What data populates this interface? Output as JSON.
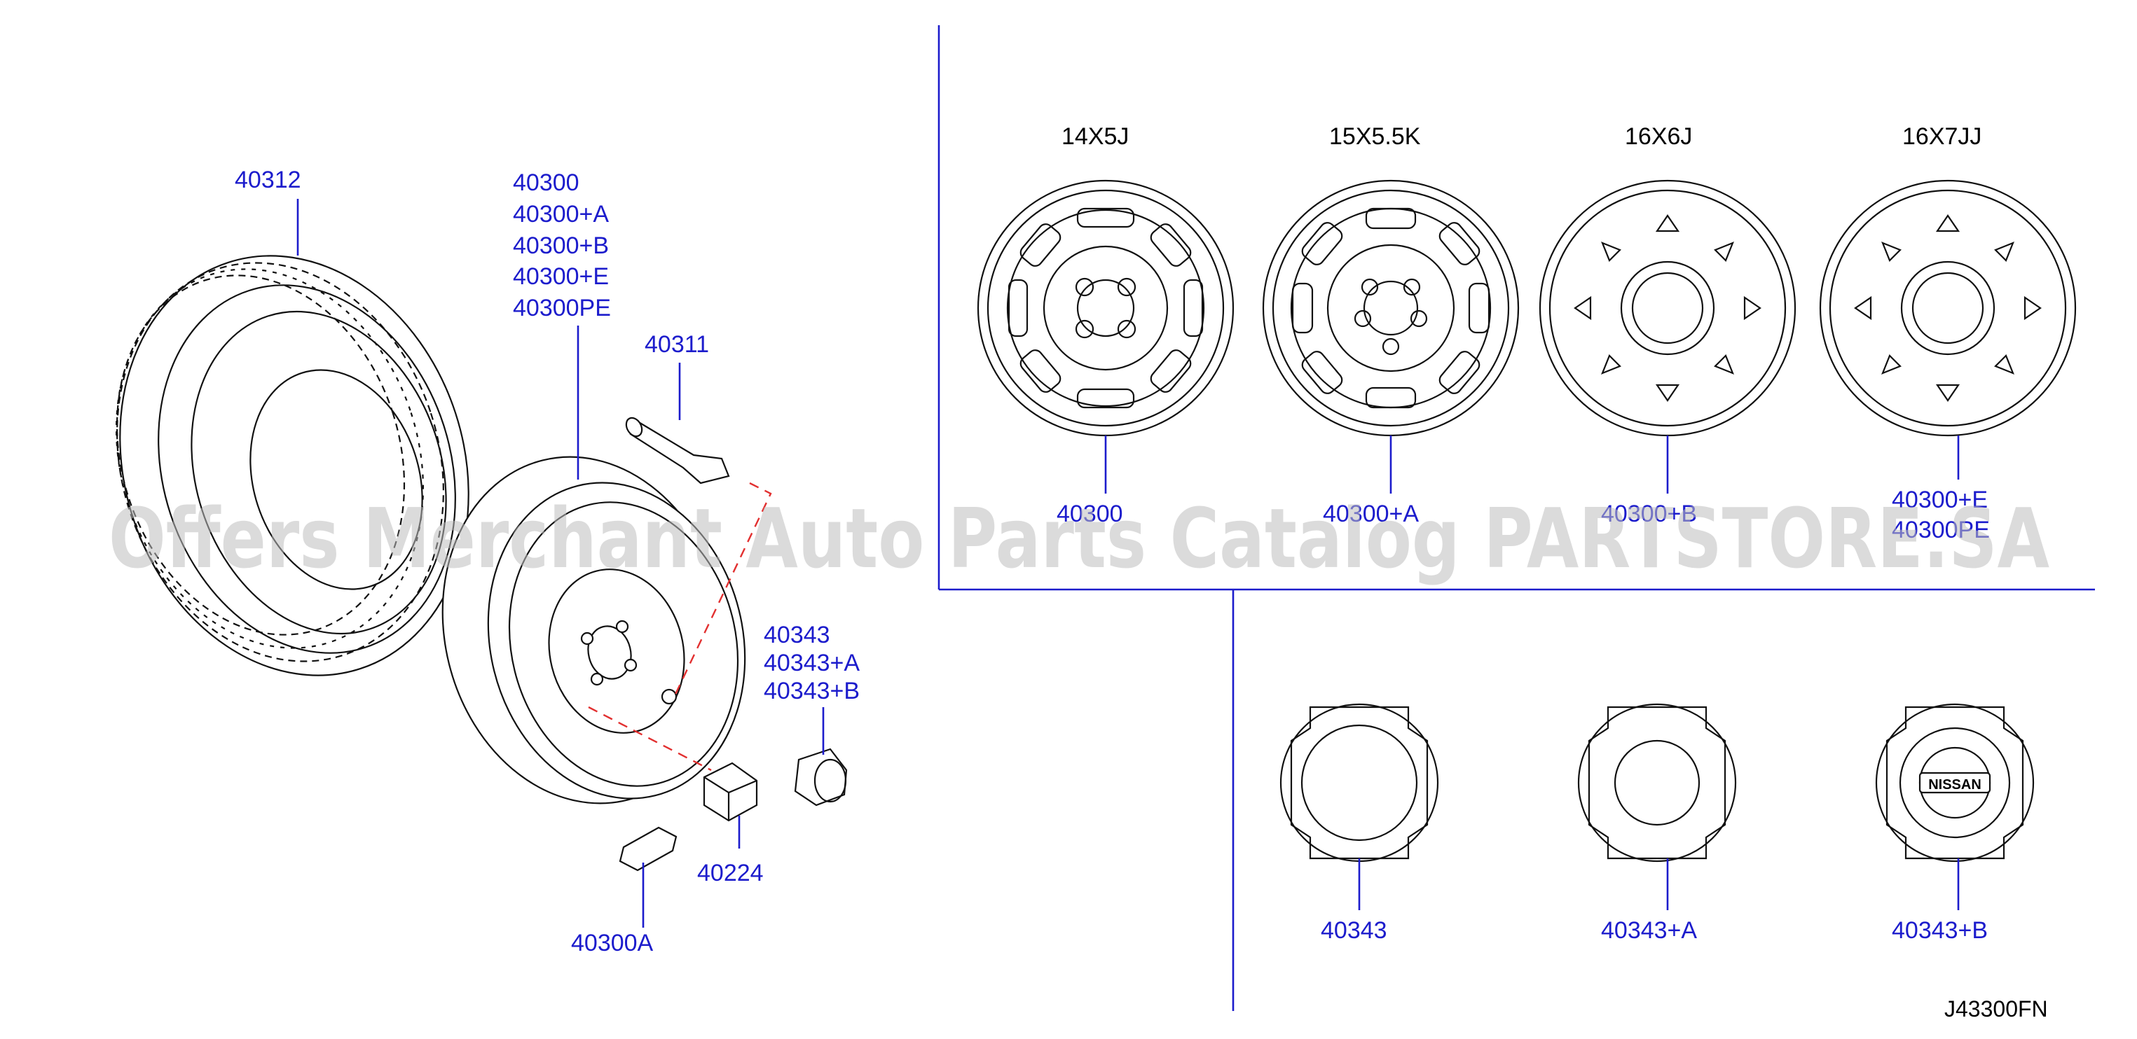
{
  "labels": {
    "tire": "40312",
    "wheel_list": [
      "40300",
      "40300+A",
      "40300+B",
      "40300+E",
      "40300PE"
    ],
    "valve": "40311",
    "cap_list": [
      "40343",
      "40343+A",
      "40343+B"
    ],
    "nut": "40224",
    "weight": "40300A"
  },
  "wheels": [
    {
      "size": "14X5J",
      "part": "40300"
    },
    {
      "size": "15X5.5K",
      "part": "40300+A"
    },
    {
      "size": "16X6J",
      "part": "40300+B"
    },
    {
      "size": "16X7JJ",
      "part_lines": [
        "40300+E",
        "40300PE"
      ]
    }
  ],
  "caps": [
    {
      "part": "40343"
    },
    {
      "part": "40343+A"
    },
    {
      "part": "40343+B",
      "emblem": "NISSAN"
    }
  ],
  "diagram_code": "J43300FN",
  "watermark": "Offers Merchant Auto Parts Catalog PARTSTORE.SA",
  "colors": {
    "label": "#1c1ccc",
    "line": "#1c1ccc",
    "dash": "#e23030",
    "ink": "#111111",
    "watermark": "#bdbdbd"
  }
}
